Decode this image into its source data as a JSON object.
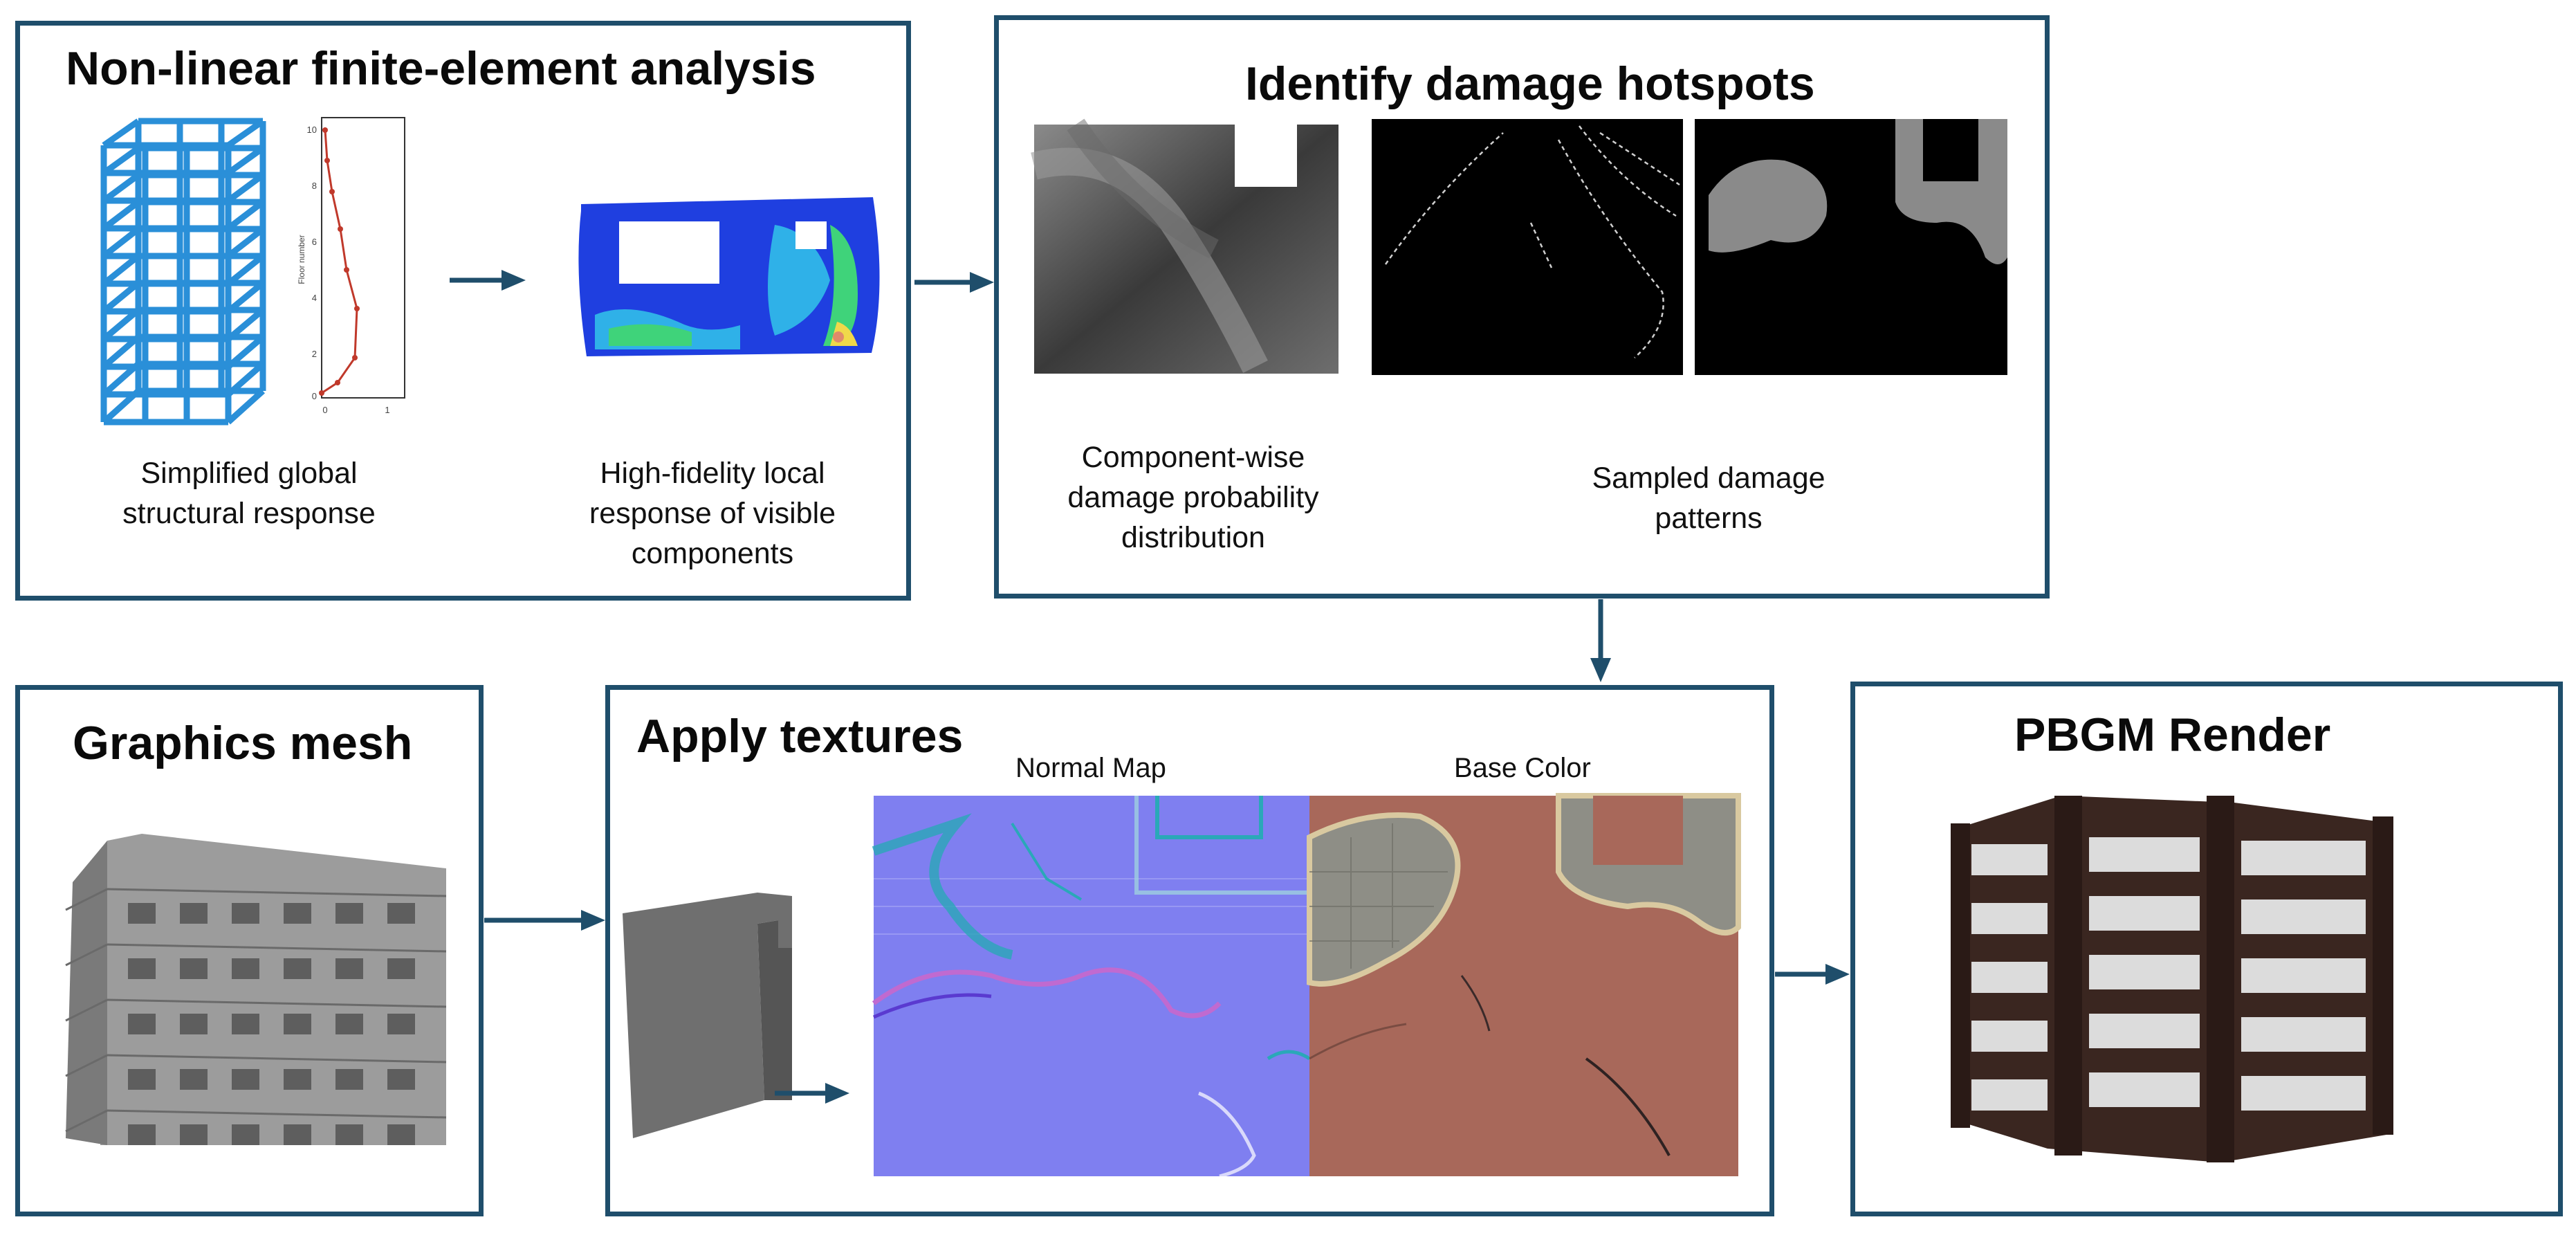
{
  "panels": {
    "fea": {
      "title": "Non-linear finite-element analysis",
      "caption_global": "Simplified global\nstructural response",
      "caption_local": "High-fidelity local\nresponse of visible\ncomponents",
      "plot": {
        "ylabel": "Floor number",
        "yticks": [
          "0",
          "2",
          "4",
          "6",
          "8",
          "10"
        ],
        "xticks": [
          "0",
          "1"
        ]
      }
    },
    "hotspots": {
      "title": "Identify damage hotspots",
      "caption_prob": "Component-wise\ndamage probability\ndistribution",
      "caption_sampled": "Sampled damage\npatterns"
    },
    "mesh": {
      "title": "Graphics mesh"
    },
    "textures": {
      "title": "Apply textures",
      "normal_map_label": "Normal Map",
      "base_color_label": "Base Color"
    },
    "render": {
      "title": "PBGM Render"
    }
  },
  "colors": {
    "border": "#1f4e6b",
    "arrow": "#1f4e6b",
    "frame_blue": "#2a8fd8",
    "plot_line": "#c0392b",
    "normal_map": "#7f7ff0",
    "base_color": "#a8685a"
  }
}
